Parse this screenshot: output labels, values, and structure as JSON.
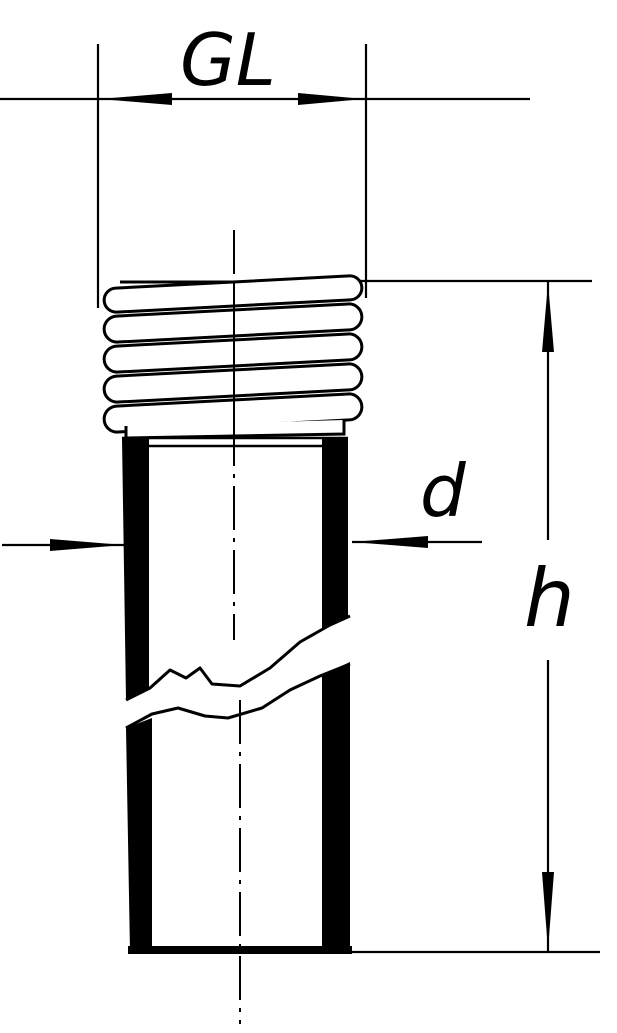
{
  "diagram": {
    "labels": {
      "thread_size": "GL",
      "diameter": "d",
      "height": "h"
    },
    "colors": {
      "ink": "#000000",
      "paper": "#ffffff"
    }
  }
}
